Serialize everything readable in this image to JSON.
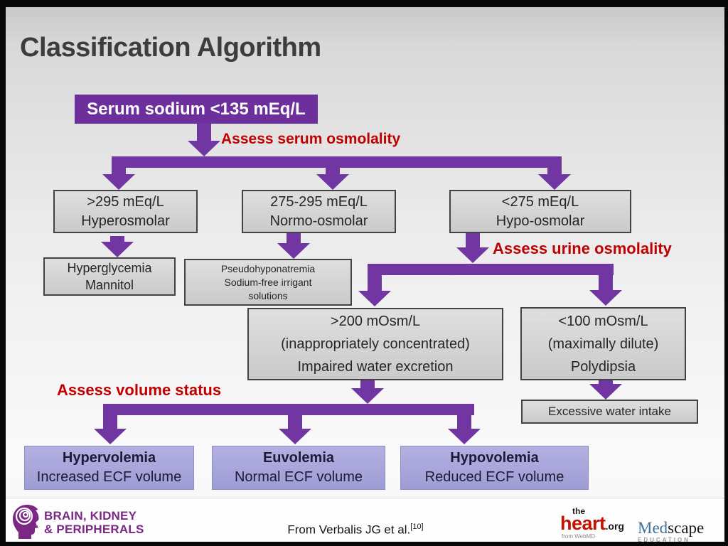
{
  "title": "Classification Algorithm",
  "flowchart": {
    "root_label": "Serum sodium <135 mEq/L",
    "assess_labels": {
      "serum": "Assess serum osmolality",
      "urine": "Assess urine osmolality",
      "volume": "Assess volume status"
    },
    "osmolality_boxes": [
      {
        "line1": ">295 mEq/L",
        "line2": "Hyperosmolar"
      },
      {
        "line1": "275-295 mEq/L",
        "line2": "Normo-osmolar"
      },
      {
        "line1": "<275 mEq/L",
        "line2": "Hypo-osmolar"
      }
    ],
    "hyperosmolar_causes": {
      "line1": "Hyperglycemia",
      "line2": "Mannitol"
    },
    "normoosmolar_causes": {
      "line1": "Pseudohyponatremia",
      "line2": "Sodium-free irrigant",
      "line3": "solutions"
    },
    "urine_boxes": [
      {
        "line1": ">200 mOsm/L",
        "line2": "(inappropriately concentrated)",
        "line3": "Impaired water excretion"
      },
      {
        "line1": "<100 mOsm/L",
        "line2": "(maximally dilute)",
        "line3": "Polydipsia"
      }
    ],
    "water_intake_label": "Excessive water intake",
    "volume_boxes": [
      {
        "title": "Hypervolemia",
        "subtitle": "Increased ECF volume"
      },
      {
        "title": "Euvolemia",
        "subtitle": "Normal ECF volume"
      },
      {
        "title": "Hypovolemia",
        "subtitle": "Reduced ECF volume"
      }
    ]
  },
  "footer": {
    "logo_line1": "BRAIN, KIDNEY",
    "logo_line2": "& PERIPHERALS",
    "citation": "From Verbalis JG et al.",
    "citation_ref": "[10]",
    "theheart": {
      "the": "the",
      "heart": "heart",
      "org": ".org",
      "tagline": "from WebMD"
    },
    "medscape": {
      "med": "Med",
      "scape": "scape",
      "education": "EDUCATION"
    }
  },
  "colors": {
    "purple": "#7136a2",
    "root_purple": "#6d2f9c",
    "red": "#c00000",
    "gray_box": "#d4d4d4",
    "periwinkle_box": "#a8a6da",
    "logo_purple": "#7b2885",
    "heart_red": "#c41200",
    "medscape_blue": "#3f739b"
  }
}
